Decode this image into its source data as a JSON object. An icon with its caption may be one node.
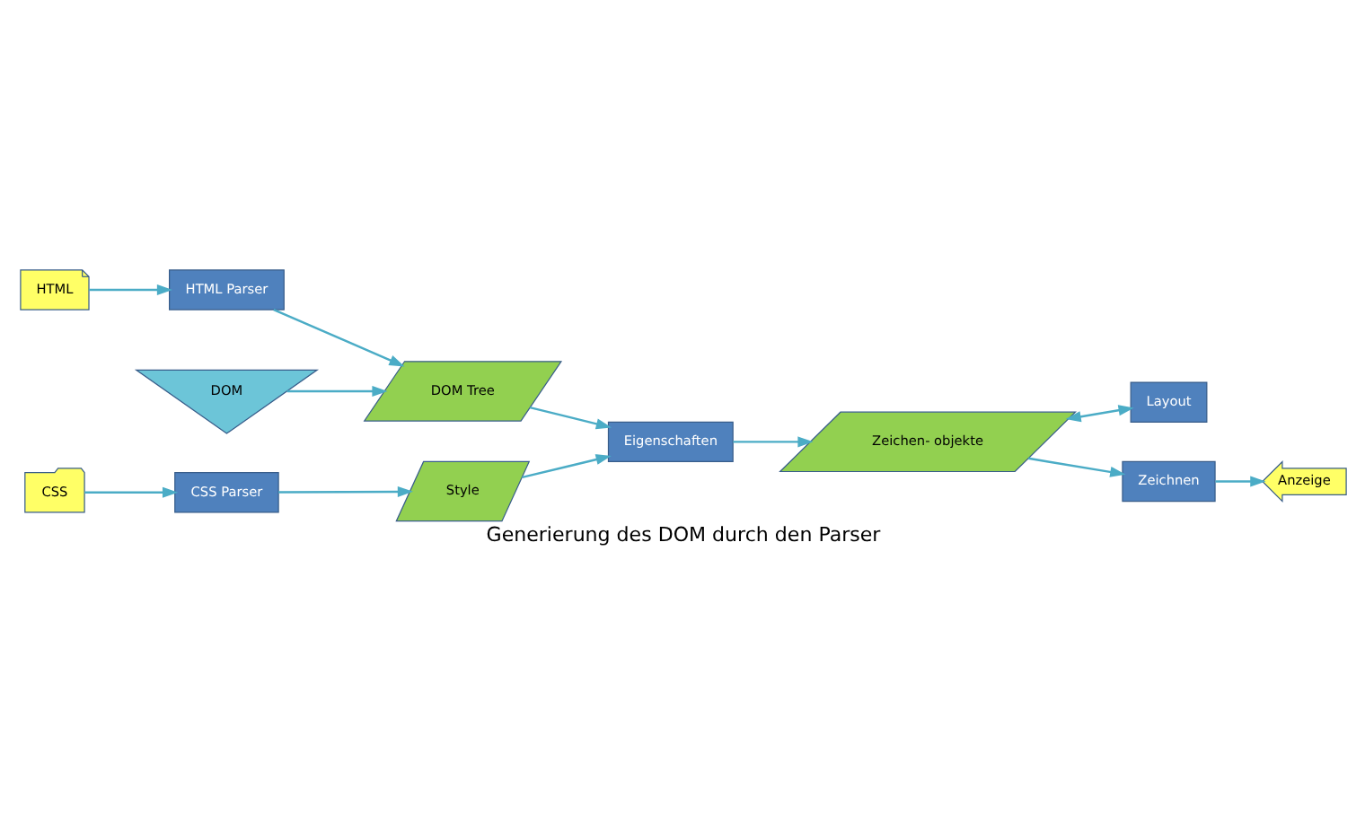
{
  "diagram": {
    "caption": "Generierung des DOM durch den Parser",
    "nodes": [
      {
        "text": [
          "DOM"
        ]
      },
      {
        "text": [
          "HTML"
        ]
      },
      {
        "text": [
          "HTML Parser"
        ]
      },
      {
        "text": [
          "DOM Tree"
        ]
      },
      {
        "text": [
          "Layout"
        ]
      },
      {
        "text": [
          "Eigenschaften"
        ]
      },
      {
        "text": [
          "Zeichen- objekte"
        ]
      },
      {
        "text": [
          "CSS"
        ]
      },
      {
        "text": [
          "CSS Parser"
        ]
      },
      {
        "text": [
          "Style"
        ]
      },
      {
        "text": [
          "Zeichnen"
        ]
      },
      {
        "text": [
          "Anzeige"
        ]
      }
    ],
    "edges": [
      {
        "from": 0,
        "to": 3,
        "arrow": "to"
      },
      {
        "from": 1,
        "to": 2,
        "arrow": "to"
      },
      {
        "from": 2,
        "to": 3,
        "arrow": "to"
      },
      {
        "from": 3,
        "to": 5,
        "arrow": "to"
      },
      {
        "from": 5,
        "to": 6,
        "arrow": "to"
      },
      {
        "from": 6,
        "to": 4,
        "arrow": "both"
      },
      {
        "from": 7,
        "to": 8,
        "arrow": "to"
      },
      {
        "from": 8,
        "to": 9,
        "arrow": "to"
      },
      {
        "from": 9,
        "to": 5,
        "arrow": "to"
      },
      {
        "from": 6,
        "to": 10,
        "arrow": "to"
      },
      {
        "from": 10,
        "to": 11,
        "arrow": "to"
      }
    ]
  }
}
